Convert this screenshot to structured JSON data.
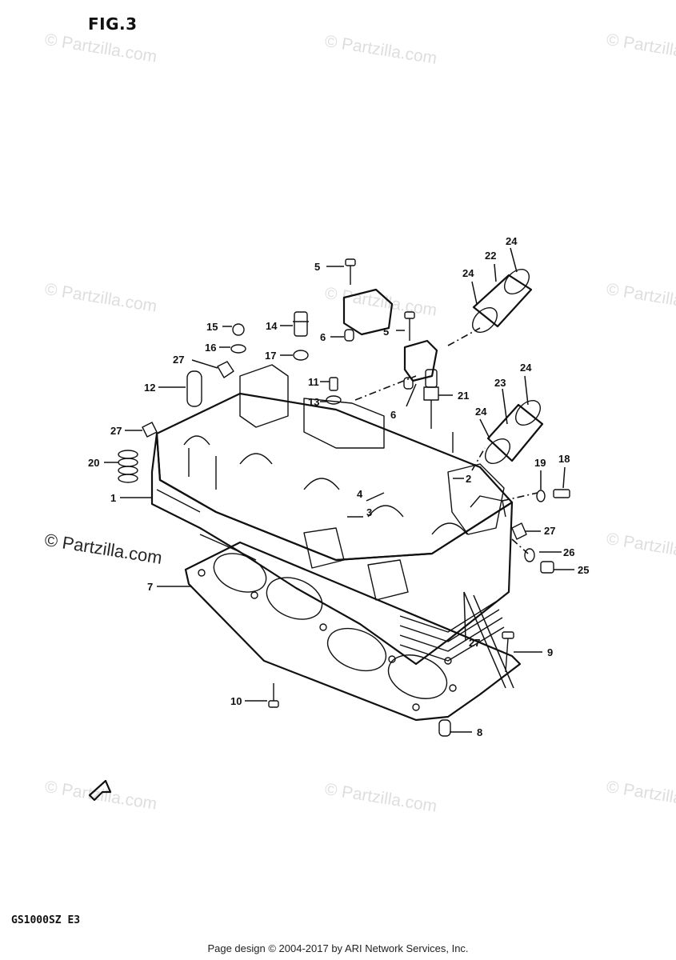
{
  "figure_title": "FIG.3",
  "model_code": "GS1000SZ  E3",
  "footer": "Page design © 2004-2017 by ARI Network Services, Inc.",
  "watermark": "© Partzilla.com",
  "callouts": [
    "1",
    "2",
    "3",
    "4",
    "5",
    "5",
    "6",
    "6",
    "7",
    "8",
    "9",
    "10",
    "11",
    "12",
    "13",
    "14",
    "15",
    "16",
    "17",
    "18",
    "19",
    "20",
    "21",
    "22",
    "23",
    "24",
    "24",
    "24",
    "24",
    "25",
    "26",
    "27",
    "27",
    "27",
    "27"
  ]
}
